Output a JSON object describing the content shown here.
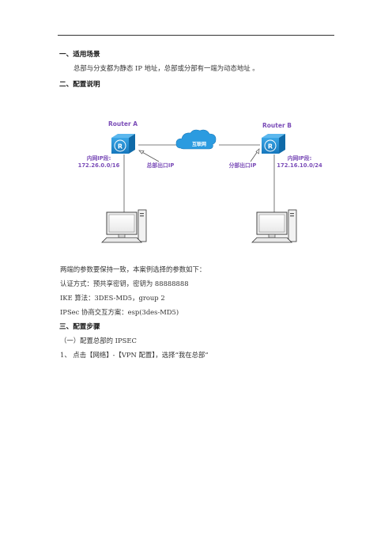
{
  "section1": {
    "heading": "一、适用场景",
    "body": "总部与分支都为静态 IP 地址，总部或分部有一端为动态地址 。"
  },
  "section2": {
    "heading": "二、配置说明"
  },
  "diagram": {
    "router_a": {
      "title": "Router A",
      "ip_label": "内网IP段:",
      "ip_range": "172.26.0.0/16",
      "exit_label": "总部出口IP"
    },
    "router_b": {
      "title": "Router B",
      "ip_label": "内网IP段:",
      "ip_range": "172.16.10.0/24",
      "exit_label": "分部出口IP"
    },
    "cloud_label": "互联网",
    "router_glyph": "R",
    "colors": {
      "router_fill": "#1e8fd0",
      "label_purple": "#7b4db8",
      "link_line": "#555555",
      "cloud_fill": "#2b9be0"
    }
  },
  "params": {
    "intro": "两端的参数要保持一致，本案例选择的参数如下：",
    "auth": "认证方式：预共享密钥，密钥为 88888888",
    "ike": "IKE 算法：3DES-MD5，group 2",
    "ipsec": "IPSec 协商交互方案：esp(3des-MD5)"
  },
  "section3": {
    "heading": "三、配置步骤",
    "sub1": "（一）配置总部的 IPSEC",
    "step1": "1、  点击【网络】-【VPN 配置】，选择“我在总部”"
  }
}
